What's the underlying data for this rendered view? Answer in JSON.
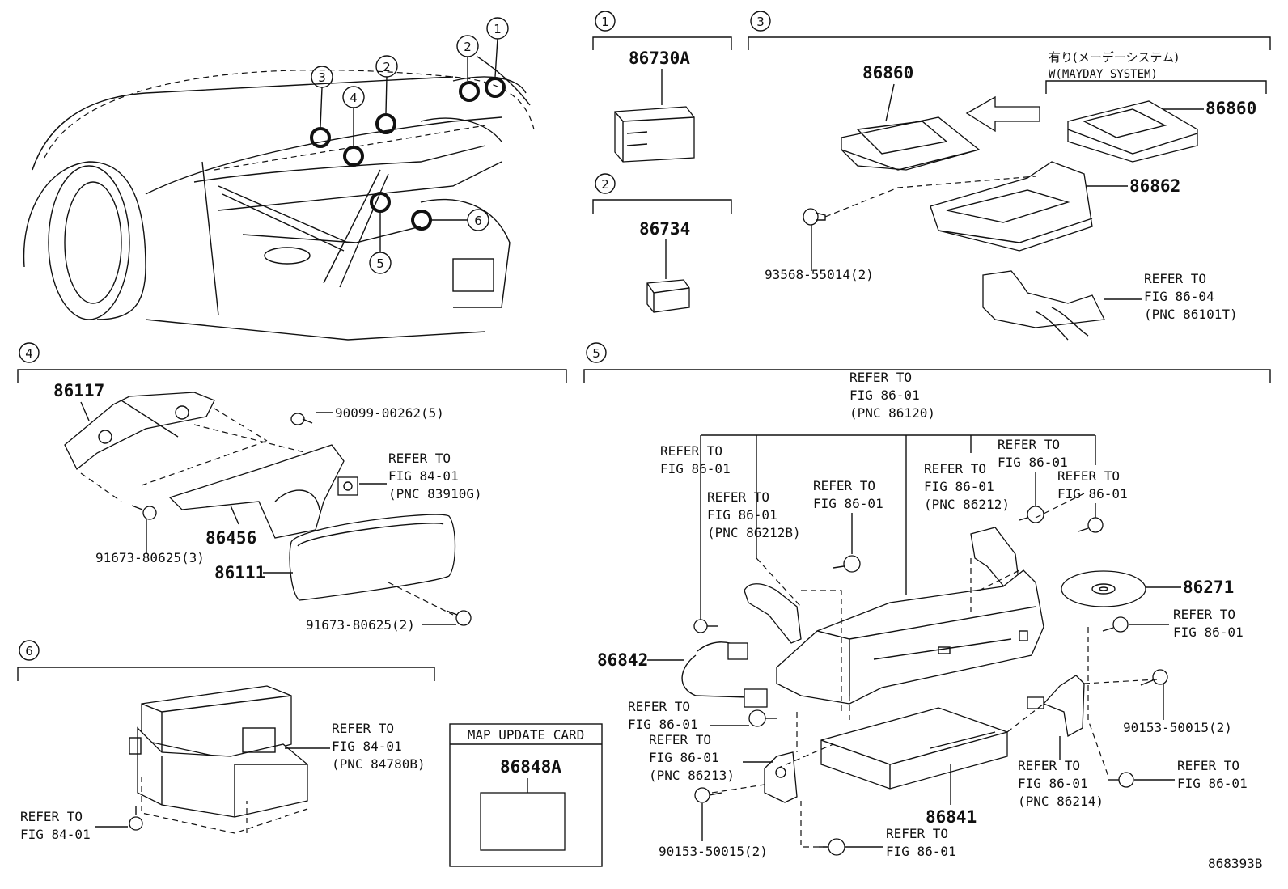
{
  "diagram_code": "868393B",
  "overview": {
    "callouts": [
      "1",
      "2",
      "2",
      "3",
      "4",
      "5",
      "6"
    ]
  },
  "sections": {
    "s1": {
      "num": "1",
      "part": "86730A"
    },
    "s2": {
      "num": "2",
      "part": "86734"
    },
    "s3": {
      "num": "3",
      "part_main": "86860",
      "note_jp": "有り(メーデーシステム)",
      "note_en": "W(MAYDAY SYSTEM)",
      "part_alt": "86860",
      "bracket": "86862",
      "bolt": "93568-55014(2)",
      "refer": [
        "REFER TO",
        "FIG 86-04",
        "(PNC 86101T)"
      ]
    },
    "s4": {
      "num": "4",
      "bracket": "86117",
      "screw_top": "90099-00262(5)",
      "refer": [
        "REFER TO",
        "FIG 84-01",
        "(PNC 83910G)"
      ],
      "bracket2": "86456",
      "screw_left": "91673-80625(3)",
      "display": "86111",
      "screw_bottom": "91673-80625(2)"
    },
    "s5": {
      "num": "5",
      "refer_top": [
        "REFER TO",
        "FIG 86-01",
        "(PNC 86120)"
      ],
      "refer_a": [
        "REFER TO",
        "FIG 86-01"
      ],
      "refer_b": [
        "REFER TO",
        "FIG 86-01",
        "(PNC 86212B)"
      ],
      "refer_c": [
        "REFER TO",
        "FIG 86-01"
      ],
      "refer_d": [
        "REFER TO",
        "FIG 86-01",
        "(PNC 86212)"
      ],
      "refer_e": [
        "REFER TO",
        "FIG 86-01"
      ],
      "refer_f": [
        "REFER TO",
        "FIG 86-01"
      ],
      "disc": "86271",
      "refer_g": [
        "REFER TO",
        "FIG 86-01"
      ],
      "harness": "86842",
      "screw_right": "90153-50015(2)",
      "refer_h": [
        "REFER TO",
        "FIG 86-01"
      ],
      "refer_i": [
        "REFER TO",
        "FIG 86-01",
        "(PNC 86213)"
      ],
      "refer_j": [
        "REFER TO",
        "FIG 86-01",
        "(PNC 86214)"
      ],
      "refer_k": [
        "REFER TO",
        "FIG 86-01"
      ],
      "unit": "86841",
      "screw_bottom": "90153-50015(2)",
      "refer_l": [
        "REFER TO",
        "FIG 86-01"
      ]
    },
    "s6": {
      "num": "6",
      "refer_right": [
        "REFER TO",
        "FIG 84-01",
        "(PNC 84780B)"
      ],
      "refer_left": [
        "REFER TO",
        "FIG 84-01"
      ]
    },
    "map_card": {
      "title": "MAP UPDATE CARD",
      "part": "86848A"
    }
  }
}
